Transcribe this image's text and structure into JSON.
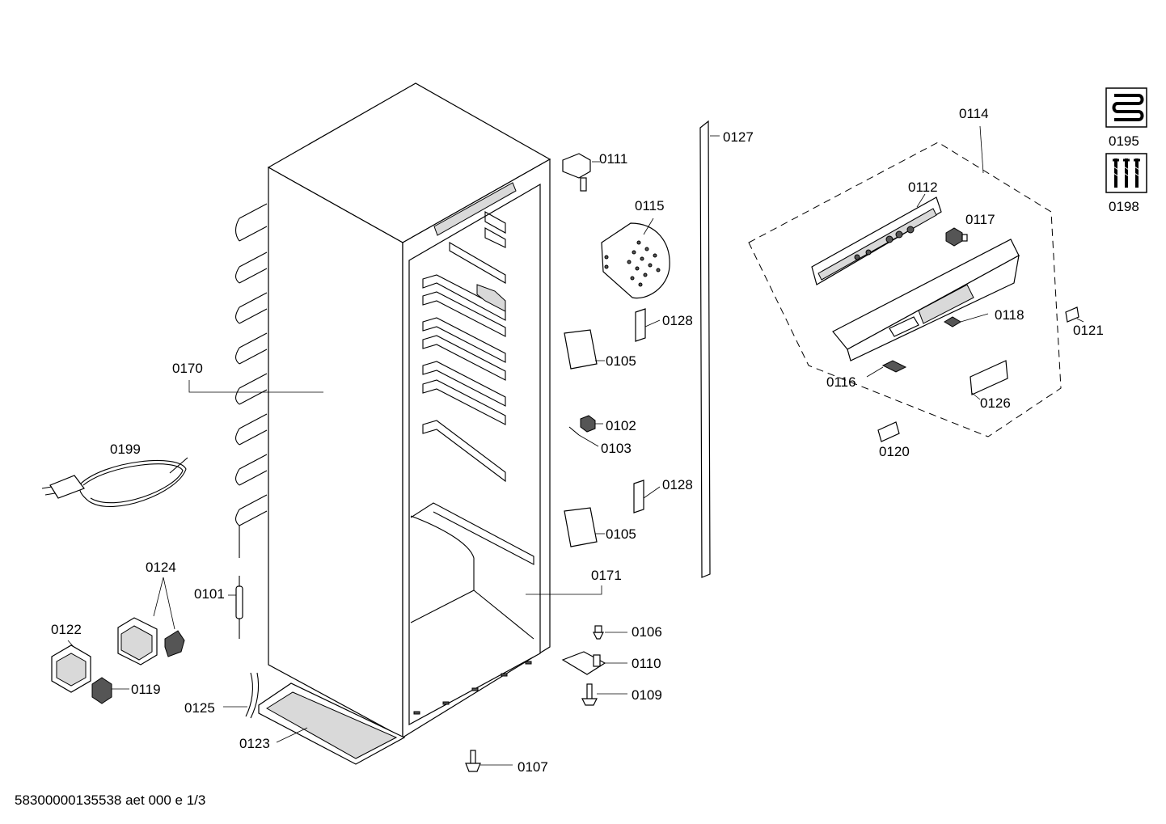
{
  "labels": {
    "p0101": "0101",
    "p0102": "0102",
    "p0103": "0103",
    "p0105a": "0105",
    "p0105b": "0105",
    "p0106": "0106",
    "p0107": "0107",
    "p0109": "0109",
    "p0110": "0110",
    "p0111": "0111",
    "p0112": "0112",
    "p0114": "0114",
    "p0115": "0115",
    "p0116": "0116",
    "p0117": "0117",
    "p0118": "0118",
    "p0119": "0119",
    "p0120": "0120",
    "p0121": "0121",
    "p0122": "0122",
    "p0123": "0123",
    "p0124": "0124",
    "p0125": "0125",
    "p0126": "0126",
    "p0127": "0127",
    "p0128a": "0128",
    "p0128b": "0128",
    "p0170": "0170",
    "p0171": "0171",
    "p0195": "0195",
    "p0198": "0198",
    "p0199": "0199"
  },
  "footer": "58300000135538 aet 000 e 1/3"
}
